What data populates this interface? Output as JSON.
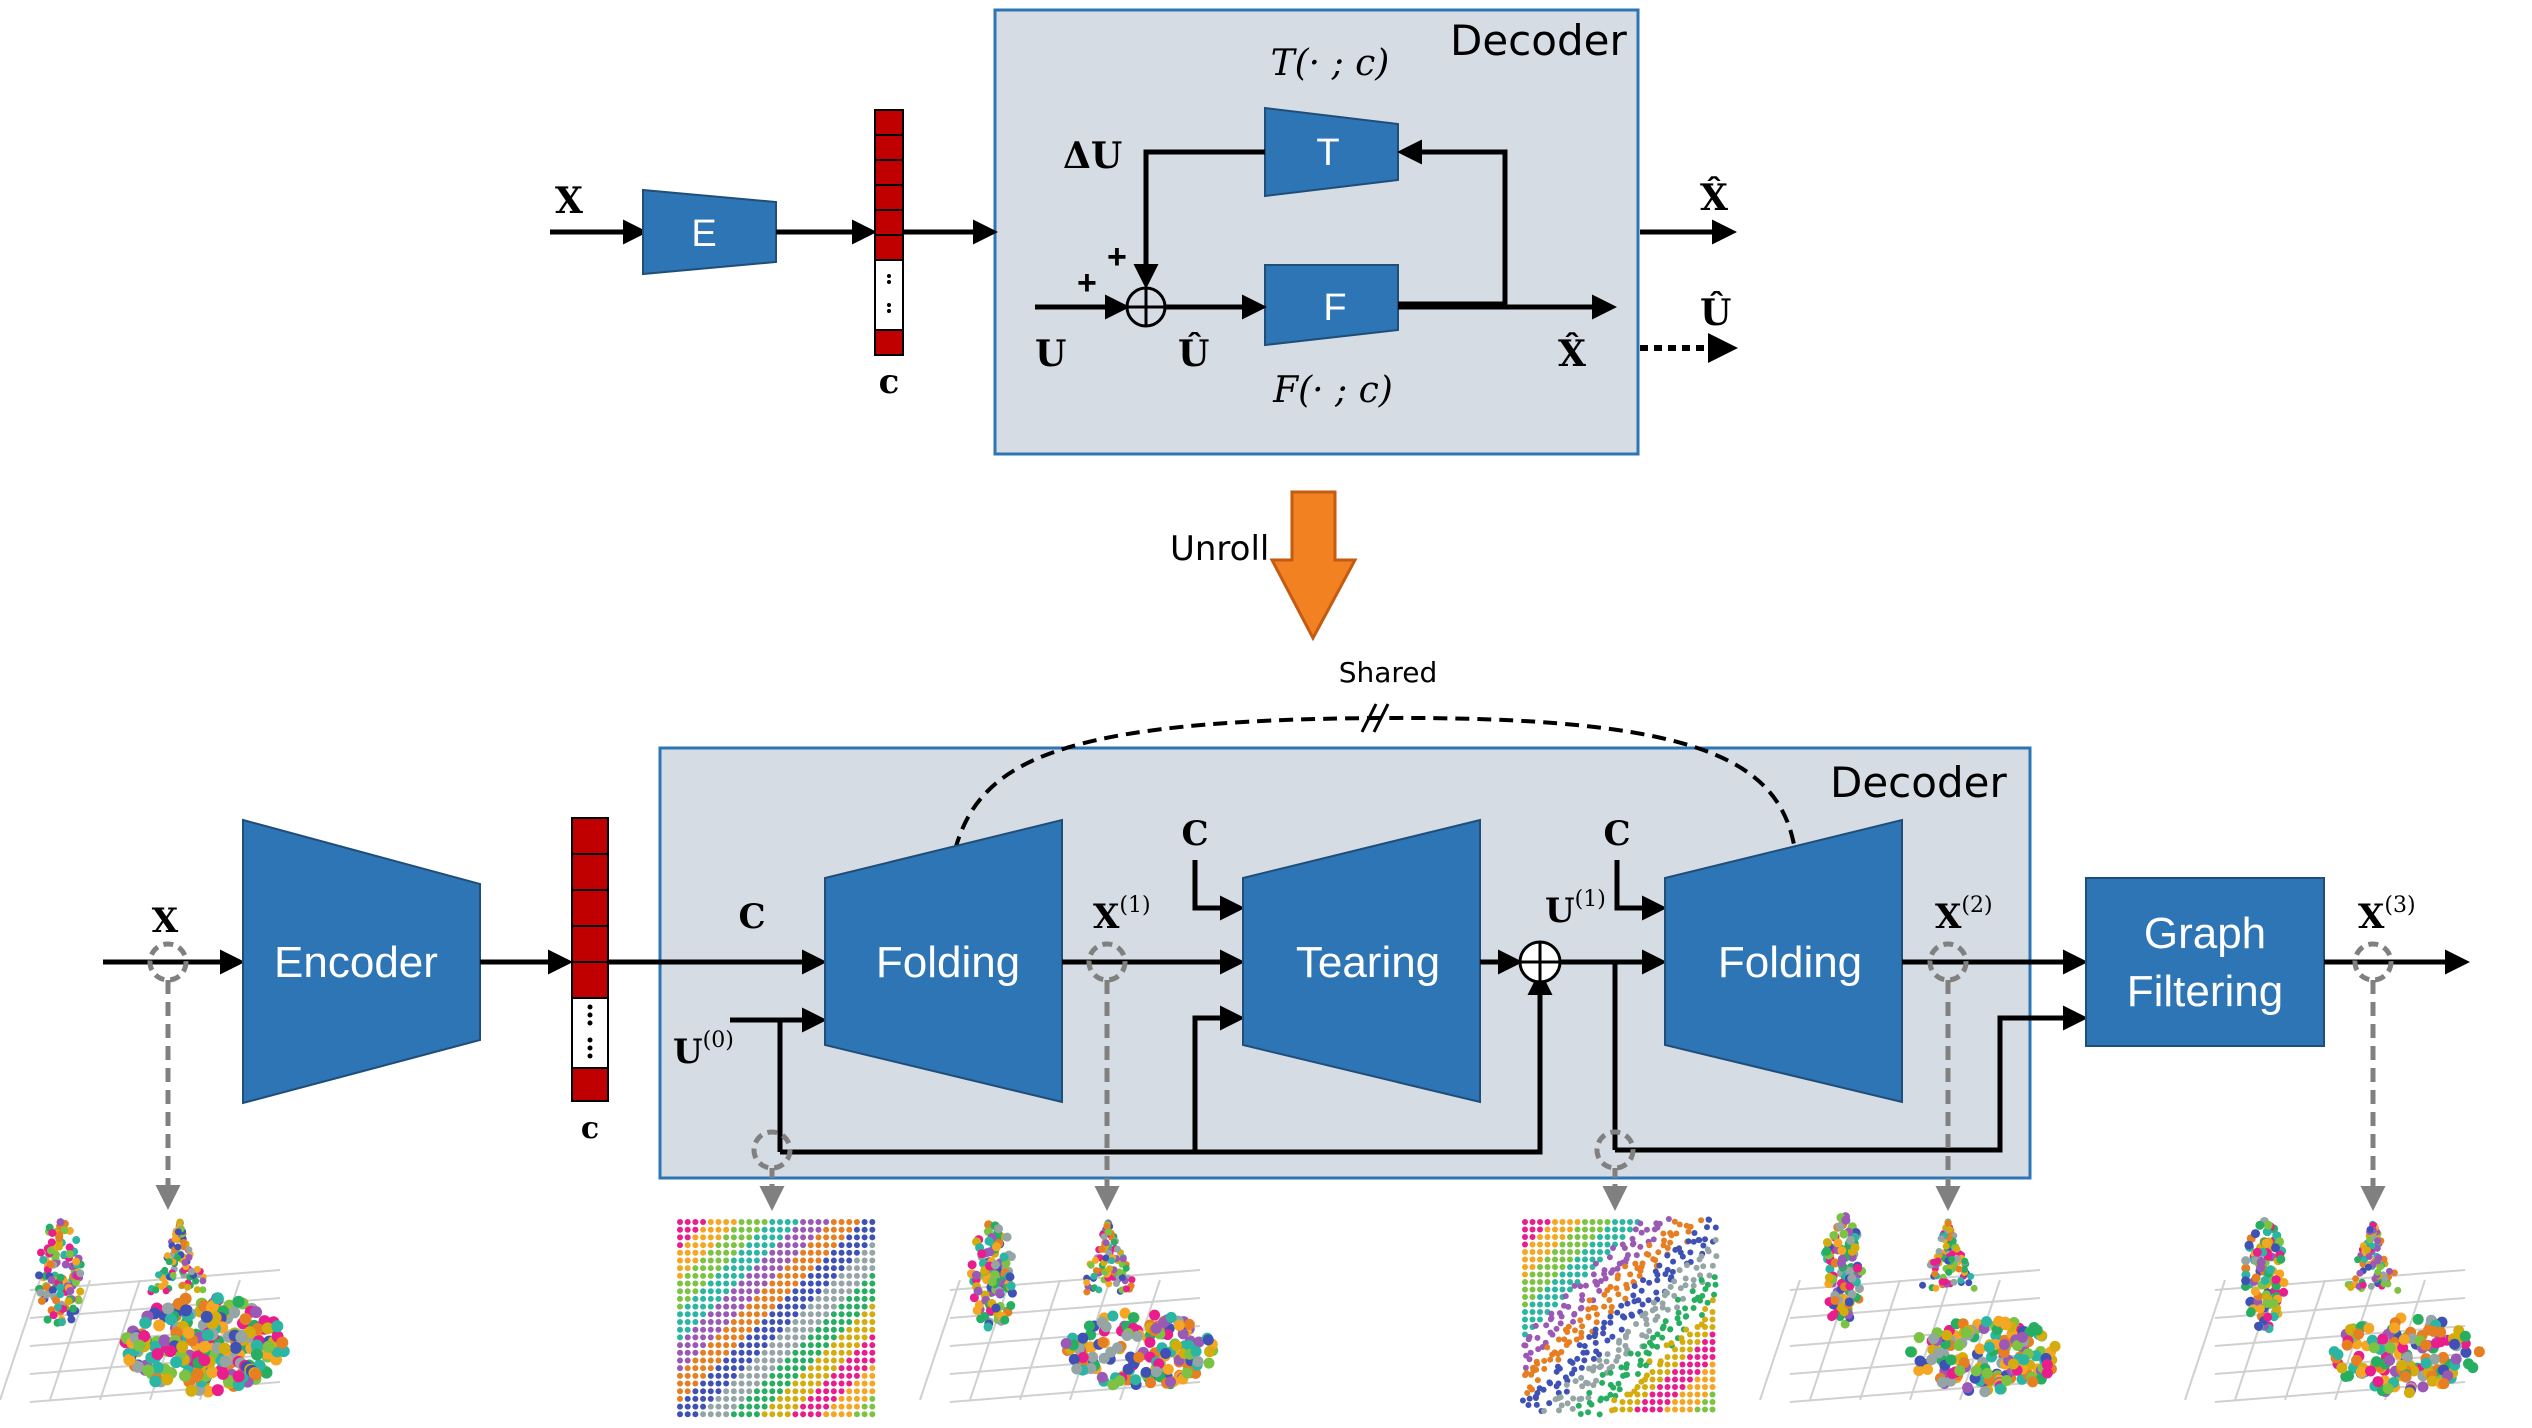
{
  "colors": {
    "block_fill": "#2e75b6",
    "block_stroke": "#1f4e79",
    "panel_fill": "#d6dce4",
    "panel_stroke": "#2e75b6",
    "code_red": "#c00000",
    "unroll_arrow": "#f28221",
    "tap_gray": "#808080"
  },
  "top": {
    "decoder_title": "Decoder",
    "encoder_label": "E",
    "t_block_label": "T",
    "f_block_label": "F",
    "input_x": "X",
    "code_c": "c",
    "delta_u": "ΔU",
    "plus_top": "+",
    "plus_left": "+",
    "input_u": "U",
    "u_hat_inner": "Û",
    "x_hat_inner": "X̂",
    "x_hat_out": "X̂",
    "u_hat_out": "Û",
    "t_func": "T(· ; c)",
    "f_func": "F(· ; c)"
  },
  "unroll_label": "Unroll",
  "shared_label": "Shared",
  "bottom": {
    "decoder_title": "Decoder",
    "encoder_label": "Encoder",
    "folding1_label": "Folding",
    "tearing_label": "Tearing",
    "folding2_label": "Folding",
    "graph_filter_line1": "Graph",
    "graph_filter_line2": "Filtering",
    "input_x": "X",
    "code_c": "c",
    "c_into_folding1": "C",
    "c_into_tearing": "C",
    "c_into_folding2": "C",
    "u0": "U",
    "u0_sup": "(0)",
    "x1": "X",
    "x1_sup": "(1)",
    "u1": "U",
    "u1_sup": "(1)",
    "x2": "X",
    "x2_sup": "(2)",
    "x3": "X",
    "x3_sup": "(3)"
  }
}
